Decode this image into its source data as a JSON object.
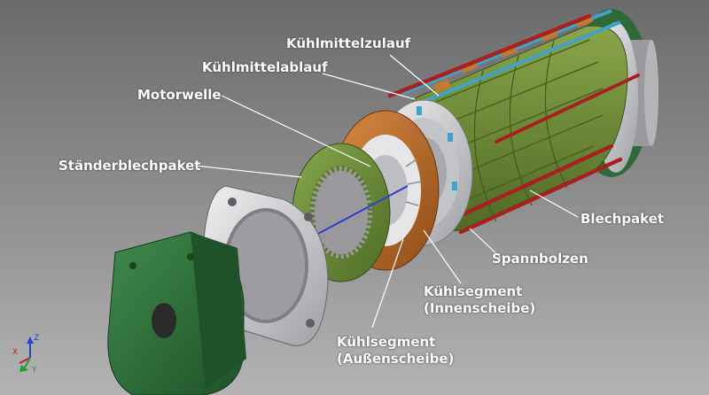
{
  "labels": {
    "kuehlmittelzulauf": "Kühlmittelzulauf",
    "kuehlmittelablauf": "Kühlmittelablauf",
    "motorwelle": "Motorwelle",
    "staenderblechpaket": "Ständerblechpaket",
    "blechpaket": "Blechpaket",
    "spannbolzen": "Spannbolzen",
    "kuehlsegment_innen_line1": "Kühlsegment",
    "kuehlsegment_innen_line2": "(Innenscheibe)",
    "kuehlsegment_aussen_line1": "Kühlsegment",
    "kuehlsegment_aussen_line2": "(Außenscheibe)"
  },
  "axis_triad": {
    "x": "X",
    "y": "Y",
    "z": "Z"
  },
  "colors": {
    "label_text": "#ffffff",
    "leader_line": "#ffffff",
    "end_plate": "#2f6e3a",
    "stator_laminations": "#6f8a3b",
    "aluminum": "#c9c9cc",
    "copper": "#b66a2a",
    "tie_rods": "#a82020",
    "cooling_pipes": "#3fa3c8"
  }
}
